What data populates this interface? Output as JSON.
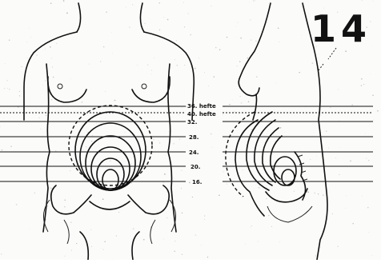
{
  "figure": {
    "number": "14",
    "levels": [
      {
        "label": "36. hefte"
      },
      {
        "label": "40. hefte"
      },
      {
        "label": "32."
      },
      {
        "label": "28."
      },
      {
        "label": "24."
      },
      {
        "label": "20."
      },
      {
        "label": "16."
      }
    ]
  }
}
